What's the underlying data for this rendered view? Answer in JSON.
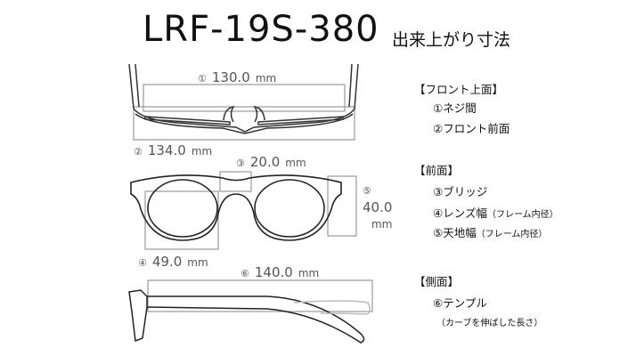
{
  "header": {
    "model": "LRF-19S-380",
    "subtitle": "出来上がり寸法"
  },
  "dimensions": [
    {
      "num": "①",
      "value": "130.0",
      "unit": "mm"
    },
    {
      "num": "②",
      "value": "134.0",
      "unit": "mm"
    },
    {
      "num": "③",
      "value": "20.0",
      "unit": "mm"
    },
    {
      "num": "④",
      "value": "49.0",
      "unit": "mm"
    },
    {
      "num": "⑤",
      "value": "40.0",
      "unit": "mm"
    },
    {
      "num": "⑥",
      "value": "140.0",
      "unit": "mm"
    }
  ],
  "legend": {
    "front_top": {
      "heading": "【フロント上面】",
      "items": [
        "①ネジ間",
        "②フロント前面"
      ]
    },
    "front": {
      "heading": "【前面】",
      "items": [
        "③ブリッジ",
        "④レンズ幅",
        "⑤天地幅"
      ],
      "note": "（フレーム内径）"
    },
    "side": {
      "heading": "【側面】",
      "items": [
        "⑥テンプル"
      ],
      "note": "（カーブを伸ばした長さ）"
    }
  }
}
